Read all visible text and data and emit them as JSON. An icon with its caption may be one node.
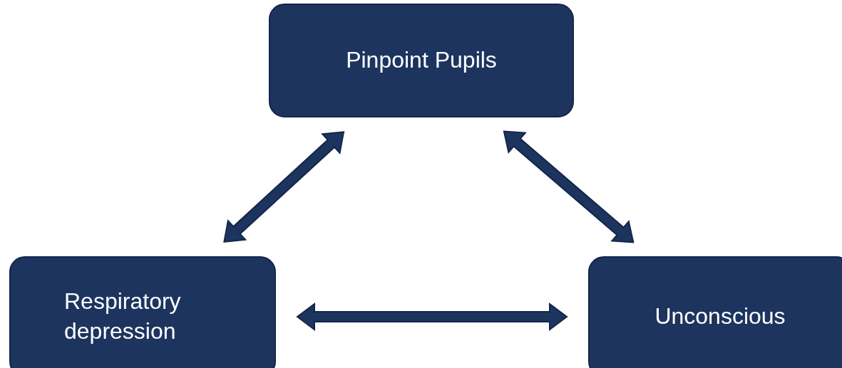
{
  "diagram": {
    "nodes": [
      {
        "text": [
          "Pinpoint Pupils"
        ]
      },
      {
        "text": [
          "Respiratory depression"
        ]
      },
      {
        "text": [
          "Unconscious"
        ]
      }
    ],
    "edges": [
      {
        "from": 1,
        "to": 0,
        "arrow": "both"
      },
      {
        "from": 0,
        "to": 2,
        "arrow": "both"
      },
      {
        "from": 1,
        "to": 2,
        "arrow": "both"
      }
    ]
  }
}
